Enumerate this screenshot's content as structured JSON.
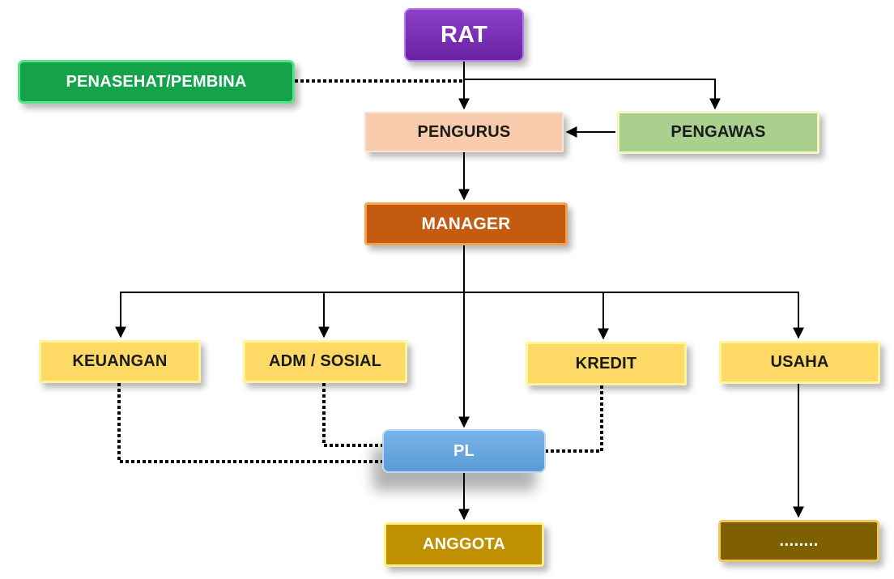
{
  "diagram": {
    "nodes": {
      "rat": "RAT",
      "penasehat": "PENASEHAT/PEMBINA",
      "pengurus": "PENGURUS",
      "pengawas": "PENGAWAS",
      "manager": "MANAGER",
      "keuangan": "KEUANGAN",
      "adm": "ADM / SOSIAL",
      "kredit": "KREDIT",
      "usaha": "USAHA",
      "pl": "PL",
      "anggota": "ANGGOTA",
      "more": "........"
    },
    "colors": {
      "rat": "#7030a0",
      "penasehat": "#14a34a",
      "pengurus": "#f8cbad",
      "pengawas": "#a9d08e",
      "manager": "#c55a11",
      "divisions": "#ffd966",
      "pl": "#5b9bd5",
      "anggota": "#bf9000",
      "more": "#7f6000",
      "connector": "#000000"
    },
    "edges": [
      {
        "from": "rat",
        "to": "pengurus",
        "style": "solid"
      },
      {
        "from": "rat",
        "to": "pengawas",
        "style": "solid"
      },
      {
        "from": "penasehat",
        "to": "rat",
        "style": "dotted"
      },
      {
        "from": "pengawas",
        "to": "pengurus",
        "style": "solid"
      },
      {
        "from": "pengurus",
        "to": "manager",
        "style": "solid"
      },
      {
        "from": "manager",
        "to": "keuangan",
        "style": "solid"
      },
      {
        "from": "manager",
        "to": "adm",
        "style": "solid"
      },
      {
        "from": "manager",
        "to": "kredit",
        "style": "solid"
      },
      {
        "from": "manager",
        "to": "usaha",
        "style": "solid"
      },
      {
        "from": "manager",
        "to": "pl",
        "style": "solid"
      },
      {
        "from": "keuangan",
        "to": "pl",
        "style": "dotted"
      },
      {
        "from": "adm",
        "to": "pl",
        "style": "dotted"
      },
      {
        "from": "kredit",
        "to": "pl",
        "style": "dotted"
      },
      {
        "from": "pl",
        "to": "anggota",
        "style": "solid"
      },
      {
        "from": "usaha",
        "to": "more",
        "style": "solid"
      }
    ]
  }
}
